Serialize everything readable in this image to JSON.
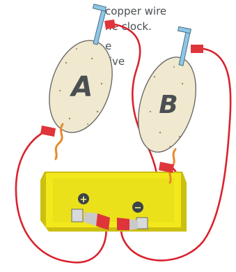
{
  "caption": {
    "line1": "copper wire",
    "line2": "he clock.",
    "line3": "e",
    "line4": "tive"
  },
  "potatoes": [
    {
      "label": "A"
    },
    {
      "label": "B"
    }
  ],
  "battery": {
    "positive_sign": "+",
    "negative_sign": "−"
  },
  "colors": {
    "wire": "#d9222e",
    "clip": "#e0343b",
    "potato": "#f0e9cf",
    "potato_outline": "#6b6b6b",
    "battery_body": "#f2e81b",
    "battery_dark": "#cbbf10",
    "terminal": "#3e4449",
    "copper_wire": "#e88a2a",
    "electrode_blue": "#8ec7e6"
  }
}
